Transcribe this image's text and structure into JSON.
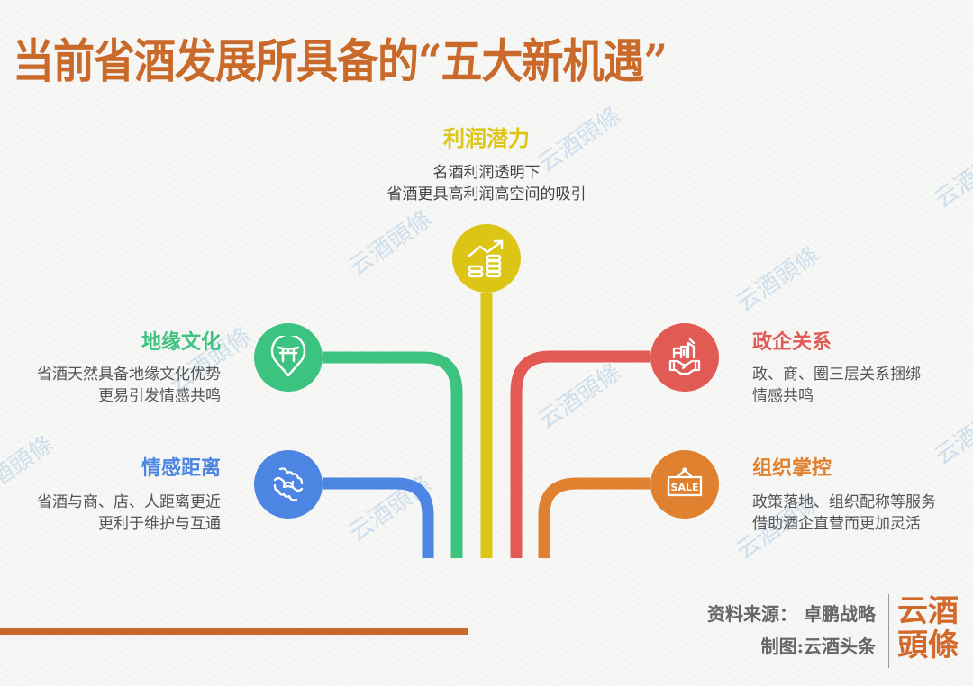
{
  "title": "当前省酒发展所具备的“五大新机遇”",
  "colors": {
    "title": "#c9692a",
    "yellow": "#dcc514",
    "green": "#3cc37f",
    "blue": "#4d86e2",
    "red": "#e25a54",
    "orange": "#e0812f"
  },
  "nodes": {
    "profit": {
      "title": "利润潜力",
      "desc_line1": "名酒利润透明下",
      "desc_line2": "省酒更具高利润高空间的吸引",
      "icon": "growth-coins-icon"
    },
    "geo": {
      "title": "地缘文化",
      "desc_line1": "省酒天然具备地缘文化优势",
      "desc_line2": "更易引发情感共鸣",
      "icon": "torii-pin-icon"
    },
    "emotion": {
      "title": "情感距离",
      "desc_line1": "省酒与商、店、人距离更近",
      "desc_line2": "更利于维护与互通",
      "icon": "handshake-icon"
    },
    "gov": {
      "title": "政企关系",
      "desc_line1": "政、商、圈三层关系捆绑",
      "desc_line2": "情感共鸣",
      "icon": "building-handshake-icon"
    },
    "org": {
      "title": "组织掌控",
      "desc_line1": "政策落地、组织配称等服务",
      "desc_line2": "借助酒企直营而更加灵活",
      "icon": "sale-sign-icon",
      "icon_text": "SALE"
    }
  },
  "watermark": "云酒頭條",
  "footer": {
    "source": "资料来源： 卓鹏战略",
    "maker": "制图:云酒头条",
    "brand_line1": "云酒",
    "brand_line2": "頭條"
  }
}
